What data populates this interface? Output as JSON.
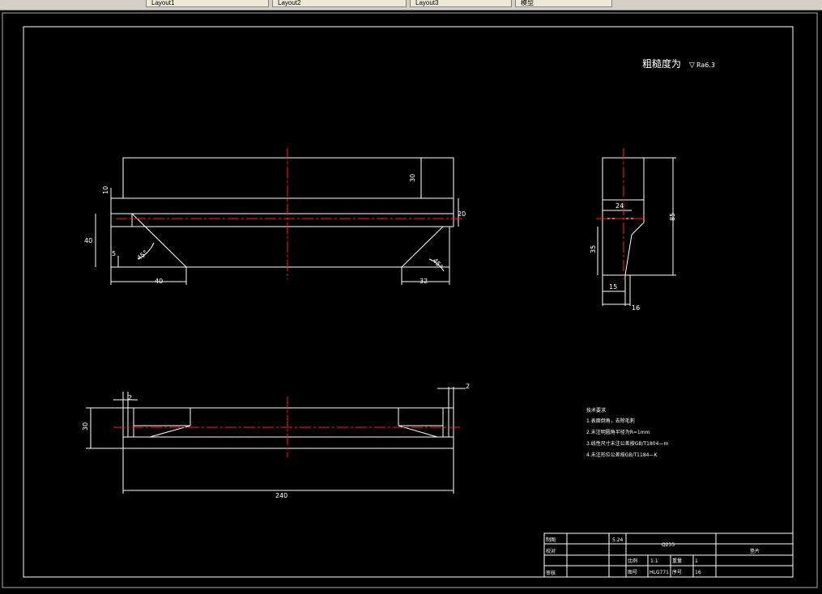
{
  "tabs": [
    {
      "label": "Layout1"
    },
    {
      "label": "Layout2"
    },
    {
      "label": "Layout3"
    },
    {
      "label": "模型"
    }
  ],
  "drawing": {
    "roughness_label": "粗糙度为",
    "roughness_value": "Ra6.3",
    "front_view": {
      "dim_top_height": "30",
      "dim_left_10": "10",
      "dim_right_20": "20",
      "dim_left_40": "40",
      "dim_left_5": "5",
      "angle_left": "45°",
      "angle_right": "45°",
      "dim_bottom_left": "40",
      "dim_bottom_right": "32"
    },
    "side_view": {
      "dim_24": "24",
      "dim_85": "85",
      "dim_35": "35",
      "dim_15": "15",
      "dim_16": "16"
    },
    "top_view": {
      "dim_2_left": "2",
      "dim_2_right": "2",
      "dim_30": "30",
      "dim_240": "240"
    },
    "notes": [
      "技术要求",
      "1.表面倒角，去除毛刺",
      "2.未注明圆角半径为R=1mm",
      "3.线性尺寸未注公差按GB/T1804—m",
      "4.未注形位公差按GB/T1184—K"
    ],
    "title_block": {
      "row1_label": "制图",
      "row2_label": "校对",
      "row4_label": "审核",
      "date": "5.24",
      "material": "Q235",
      "part_name": "垫片",
      "scale_label": "比例",
      "scale_value": "1:1",
      "weight_label": "重量",
      "weight_value": "1",
      "drawing_no_label": "图号",
      "drawing_no_value": "HLG771",
      "sheet_label": "序号",
      "sheet_value": "16"
    }
  }
}
